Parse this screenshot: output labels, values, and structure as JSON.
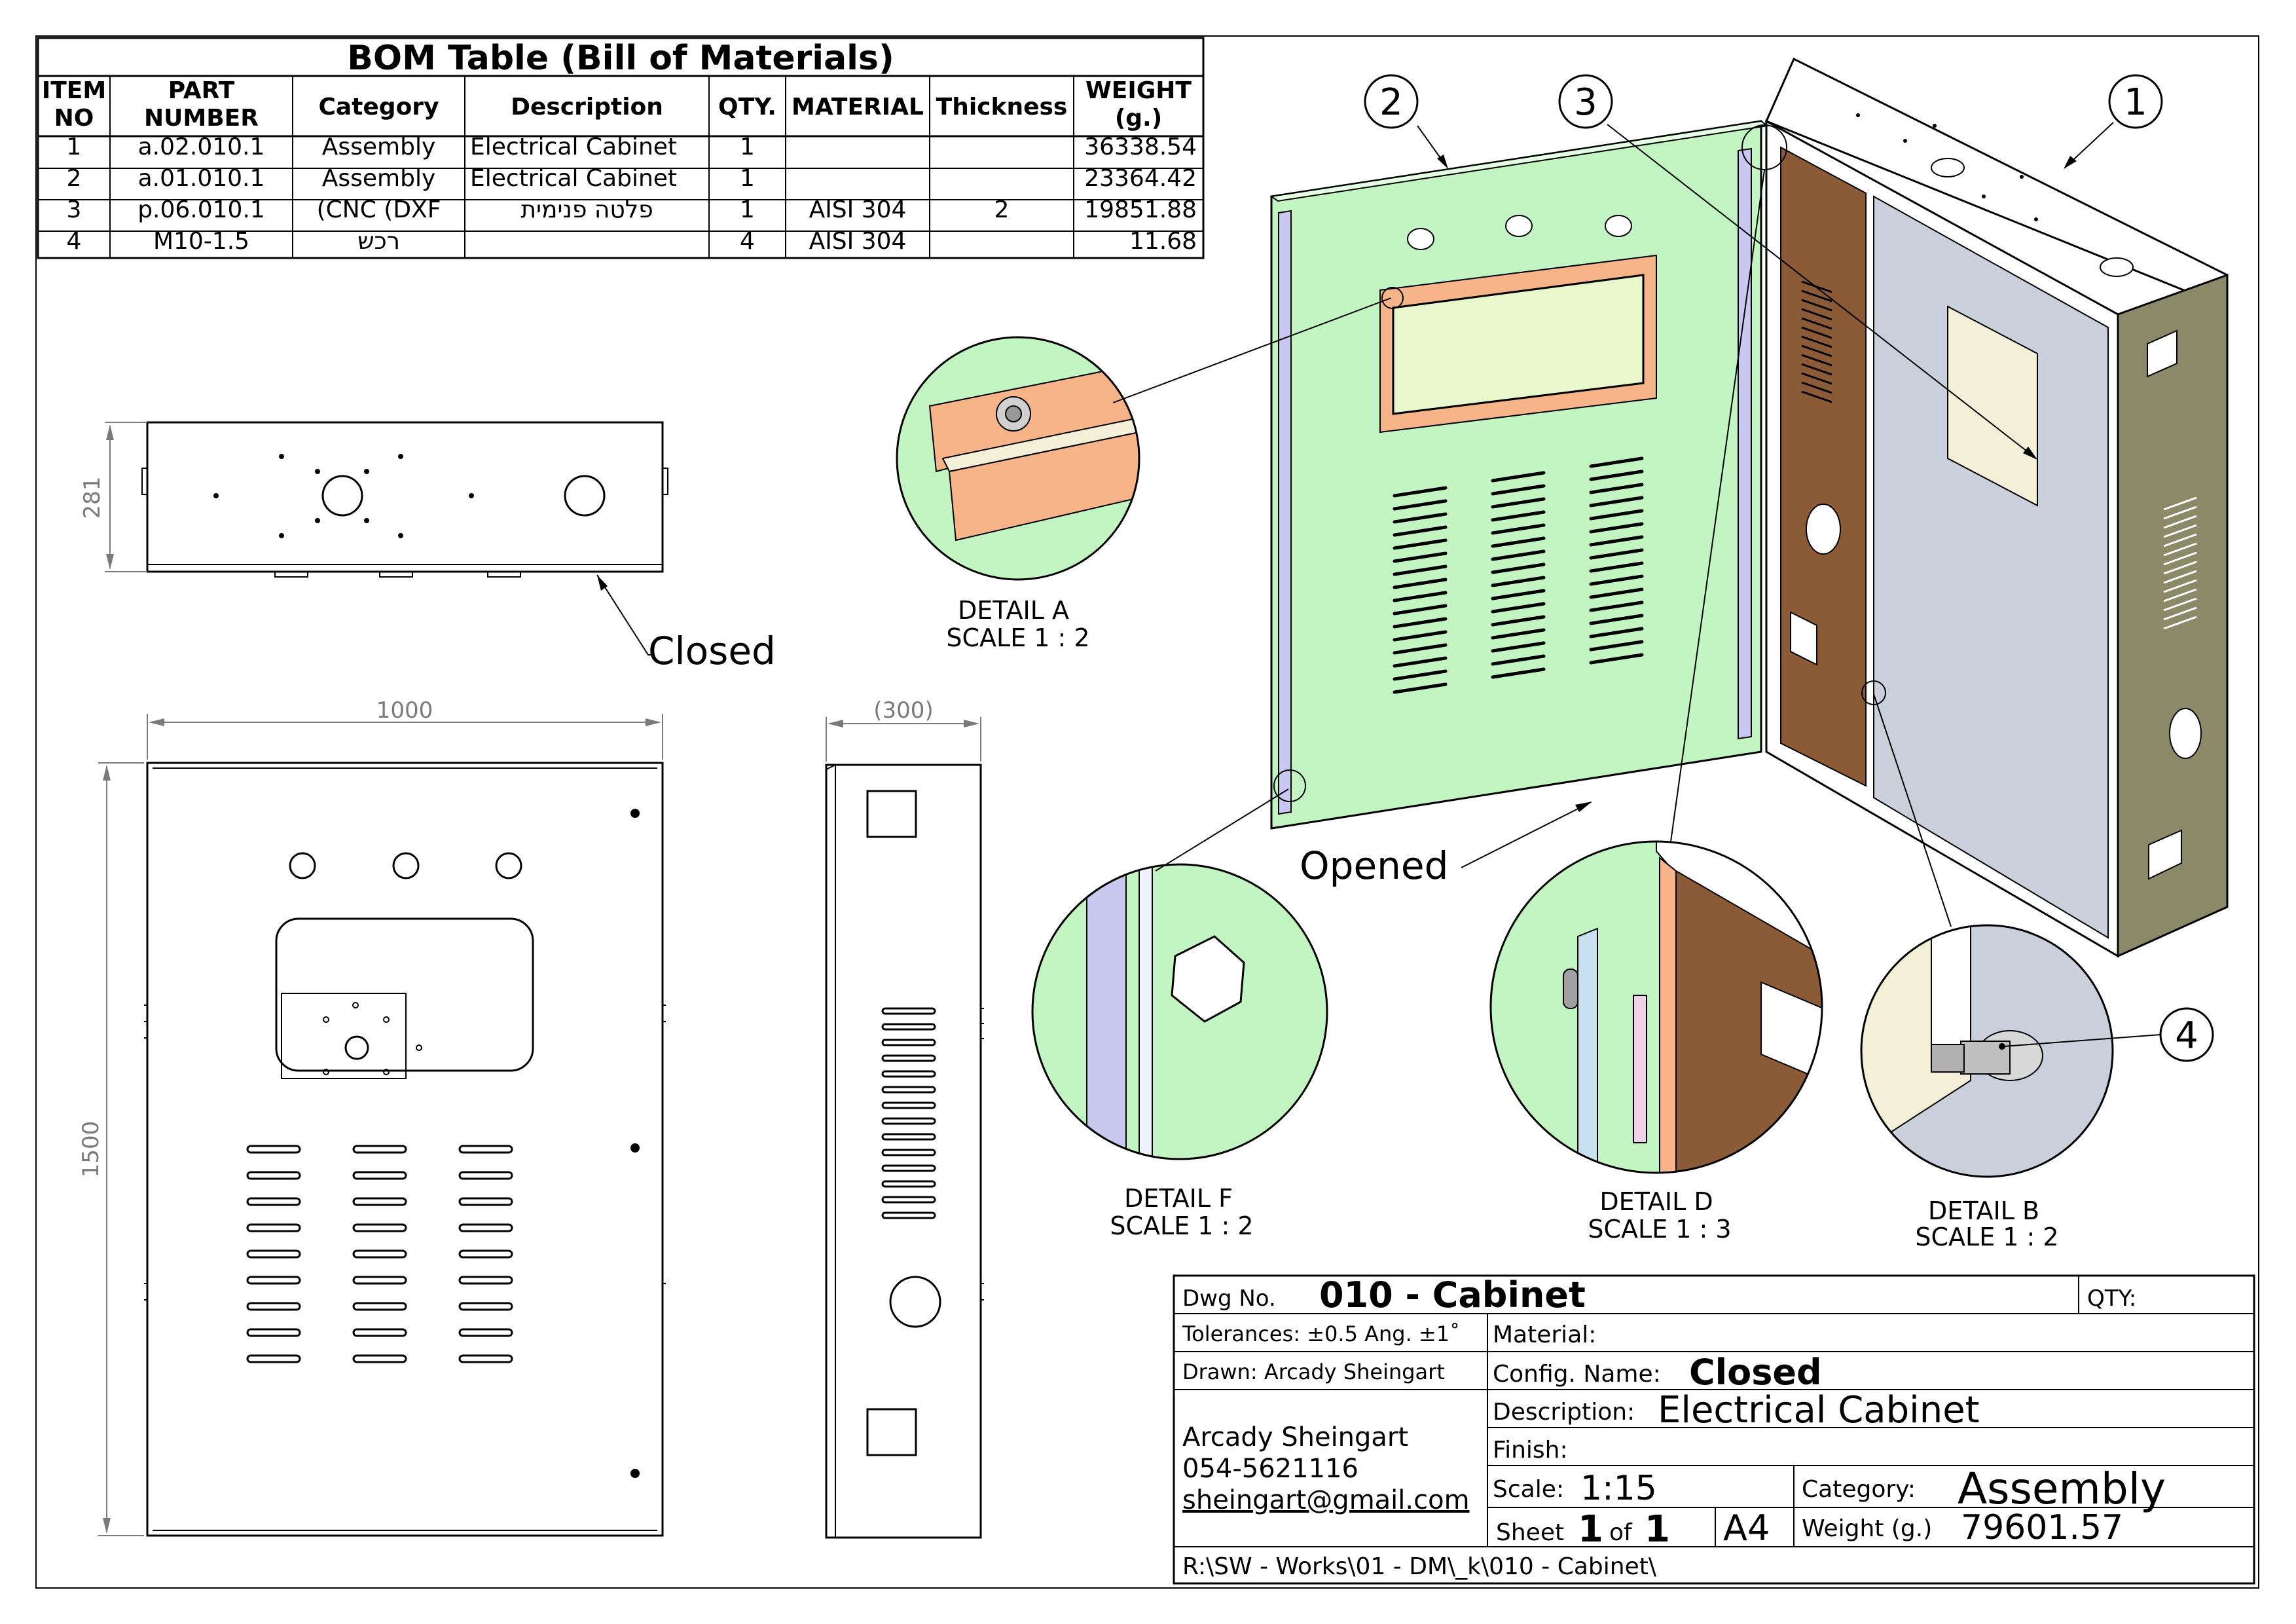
{
  "bom": {
    "title": "BOM Table (Bill of Materials)",
    "headers": [
      "ITEM NO",
      "PART NUMBER",
      "Category",
      "Description",
      "QTY.",
      "MATERIAL",
      "Thickness",
      "WEIGHT (g.)"
    ],
    "header_lines": [
      [
        "ITEM",
        "NO"
      ],
      [
        "PART",
        "NUMBER"
      ],
      [
        "Category"
      ],
      [
        "Description"
      ],
      [
        "QTY."
      ],
      [
        "MATERIAL"
      ],
      [
        "Thickness"
      ],
      [
        "WEIGHT",
        "(g.)"
      ]
    ],
    "rows": [
      [
        "1",
        "a.02.010.1",
        "Assembly",
        "Electrical Cabinet",
        "1",
        "",
        "",
        "36338.54"
      ],
      [
        "2",
        "a.01.010.1",
        "Assembly",
        "Electrical Cabinet",
        "1",
        "",
        "",
        "23364.42"
      ],
      [
        "3",
        "p.06.010.1",
        "(CNC  (DXF",
        "פלטה פנימית",
        "1",
        "AISI 304",
        "2",
        "19851.88"
      ],
      [
        "4",
        "M10-1.5",
        "רכש",
        "",
        "4",
        "AISI 304",
        "",
        "11.68"
      ]
    ]
  },
  "dimensions": {
    "top_height": "281",
    "front_width": "1000",
    "front_height": "1500",
    "side_depth": "300"
  },
  "labels": {
    "closed": "Closed",
    "opened": "Opened"
  },
  "details": [
    {
      "name": "DETAIL A",
      "scale": "SCALE 1 : 2"
    },
    {
      "name": "DETAIL F",
      "scale": "SCALE 1 : 2"
    },
    {
      "name": "DETAIL D",
      "scale": "SCALE 1 : 3"
    },
    {
      "name": "DETAIL B",
      "scale": "SCALE 1 : 2"
    }
  ],
  "balloons": [
    "1",
    "2",
    "3",
    "4"
  ],
  "title_block": {
    "dwg_label": "Dwg No.",
    "dwg_no": "010 - Cabinet",
    "qty_label": "QTY:",
    "tolerances": "Tolerances: ±0.5 Ang. ±1˚",
    "drawn": "Drawn: Arcady Sheingart",
    "author": "Arcady Sheingart",
    "phone": "054-5621116",
    "email": "sheingart@gmail.com",
    "material_label": "Material:",
    "config_label": "Config. Name:",
    "config_value": "Closed",
    "description_label": "Description:",
    "description_value": "Electrical Cabinet",
    "finish_label": "Finish:",
    "scale_label": "Scale:",
    "scale_value": "1:15",
    "category_label": "Category:",
    "category_value": "Assembly",
    "sheet_label": "Sheet",
    "sheet_num": "1",
    "of_label": "of",
    "sheet_total": "1",
    "paper": "A4",
    "weight_label": "Weight (g.)",
    "weight_value": "79601.57",
    "path": "R:\\SW - Works\\01 - DM\\_k\\010 - Cabinet\\"
  },
  "colors": {
    "door_green": "#c2f5c2",
    "orange": "#f6b488",
    "brown": "#8b5a36",
    "panel_grey": "#c9d0dc",
    "side_olive": "#8a8a68",
    "lavender": "#c8c8f0",
    "cream": "#f4f0d8",
    "link": "#1a4fd0"
  }
}
